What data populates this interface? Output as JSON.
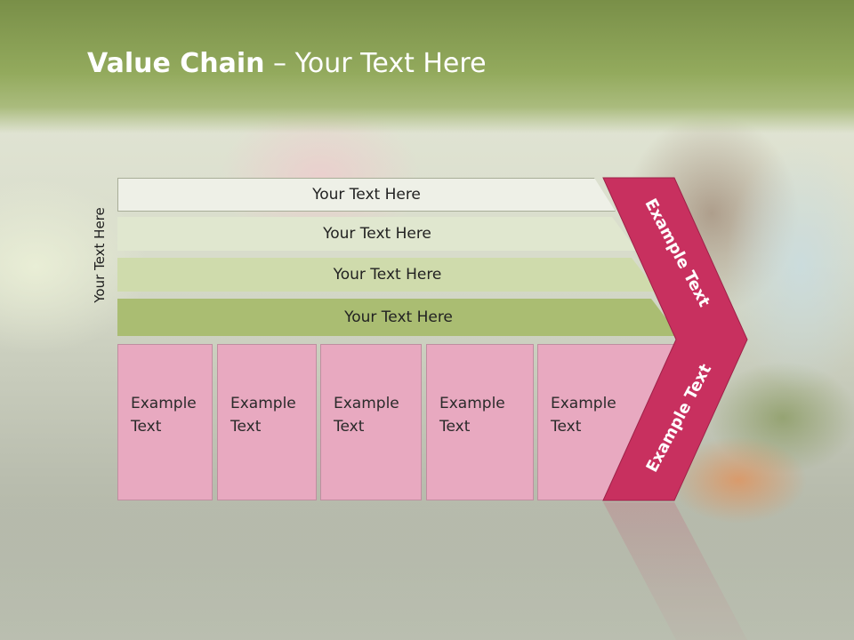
{
  "slide": {
    "title_bold": "Value Chain",
    "title_rest": " – Your Text Here",
    "vertical_label": "Your Text Here"
  },
  "rows": [
    {
      "label": "Your Text Here"
    },
    {
      "label": "Your Text Here"
    },
    {
      "label": "Your Text Here"
    },
    {
      "label": "Your Text Here"
    }
  ],
  "boxes": [
    {
      "line1": "Example",
      "line2": "Text"
    },
    {
      "line1": "Example",
      "line2": "Text"
    },
    {
      "line1": "Example",
      "line2": "Text"
    },
    {
      "line1": "Example",
      "line2": "Text"
    },
    {
      "line1": "Example",
      "line2": "Text"
    }
  ],
  "chevron": {
    "top_text": "Example Text",
    "bottom_text": "Example Text",
    "color": "#c8305f"
  },
  "colors": {
    "header": "#93aa5d",
    "box_fill": "#e8a9c0",
    "row_fills": [
      "#eef0e7",
      "#e0e7cf",
      "#cfdbac",
      "#aabd72"
    ]
  }
}
